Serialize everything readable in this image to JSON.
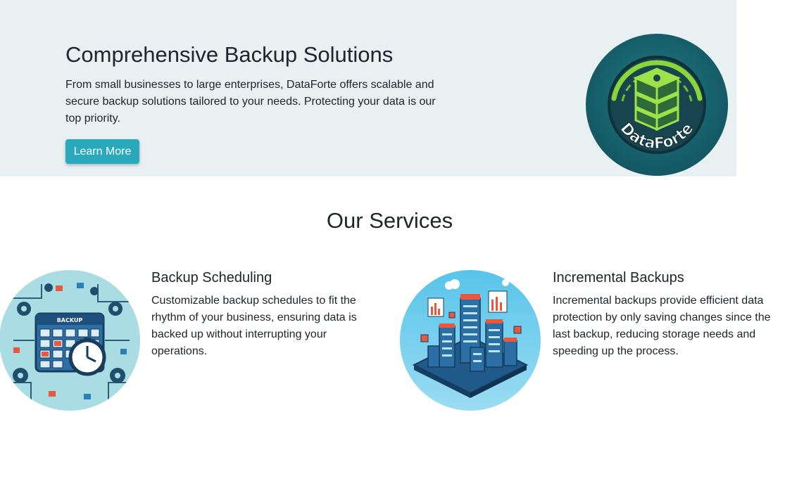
{
  "hero": {
    "title": "Comprehensive Backup Solutions",
    "description": "From small businesses to large enterprises, DataForte offers scalable and secure backup solutions tailored to your needs. Protecting your data is our top priority.",
    "button_label": "Learn More",
    "logo_text": "DataForte",
    "accent_color": "#2aa9bc",
    "background_color": "#e9f0f2"
  },
  "services": {
    "title": "Our Services",
    "items": [
      {
        "heading": "Backup Scheduling",
        "description": "Customizable backup schedules to fit the rhythm of your business, ensuring data is backed up without interrupting your operations.",
        "image_label": "BACKUP",
        "icon": "calendar-clock-illustration"
      },
      {
        "heading": "Incremental Backups",
        "description": "Incremental backups provide efficient data protection by only saving changes since the last backup, reducing storage needs and speeding up the process.",
        "icon": "server-city-illustration"
      }
    ]
  }
}
